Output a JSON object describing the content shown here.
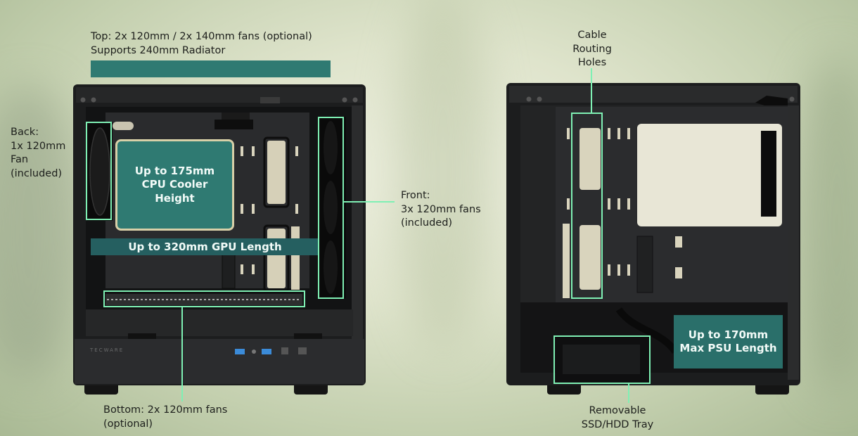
{
  "annotations": {
    "top": "Top: 2x 120mm / 2x 140mm fans (optional)\nSupports 240mm Radiator",
    "back": "Back:\n1x 120mm\nFan\n(included)",
    "front": "Front:\n3x 120mm fans\n(included)",
    "bottom": "Bottom: 2x 120mm fans\n(optional)",
    "cable": "Cable\nRouting\nHoles",
    "tray": "Removable\nSSD/HDD Tray"
  },
  "callouts": {
    "cpu": "Up to 175mm\nCPU Cooler\nHeight",
    "gpu": "Up to 320mm GPU Length",
    "psu": "Up to 170mm\nMax PSU Length"
  },
  "brand": "TECWARE",
  "colors": {
    "highlight": "#7ff0b4",
    "teal": "#2f7a72",
    "case": "#1c1d1e"
  }
}
